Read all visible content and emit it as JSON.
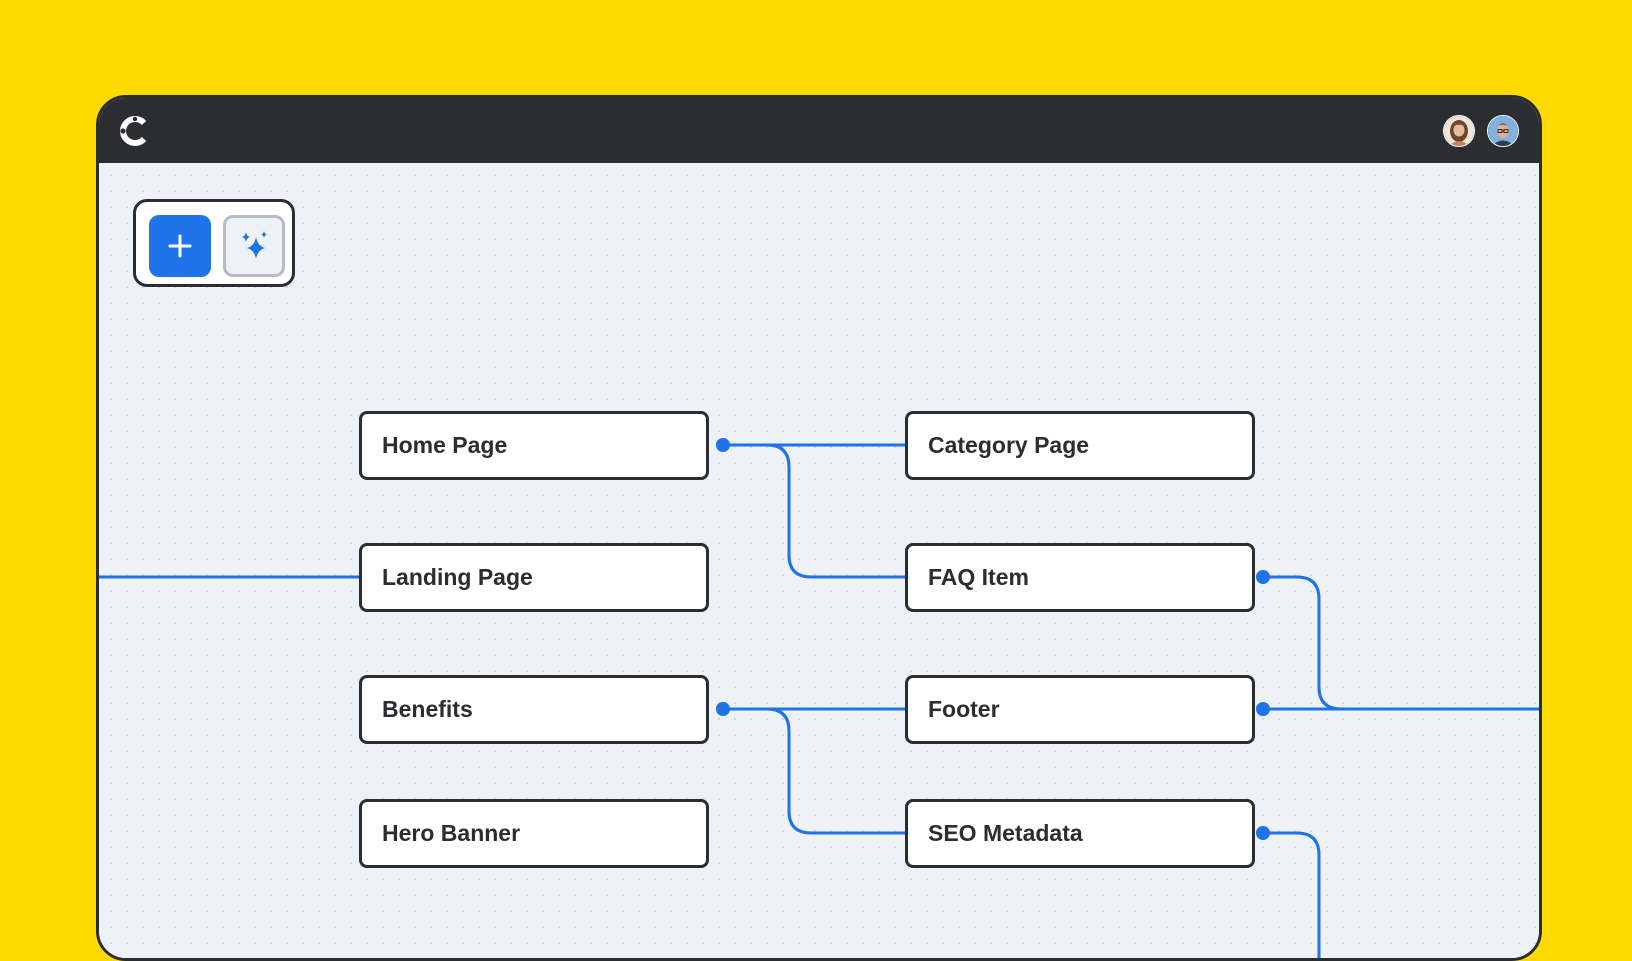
{
  "app": {
    "logo_icon": "c-logo-icon",
    "avatars": [
      "avatar-woman",
      "avatar-man-glasses"
    ]
  },
  "toolbar": {
    "add_icon": "plus-icon",
    "ai_icon": "sparkles-icon"
  },
  "nodes": {
    "home_page": "Home Page",
    "landing_page": "Landing Page",
    "benefits": "Benefits",
    "hero_banner": "Hero Banner",
    "category_page": "Category Page",
    "faq_item": "FAQ Item",
    "footer": "Footer",
    "seo_metadata": "SEO Metadata"
  },
  "colors": {
    "background": "#FFDA00",
    "titlebar": "#2B2D31",
    "canvas": "#EEF1F6",
    "accent": "#1E73E8"
  }
}
